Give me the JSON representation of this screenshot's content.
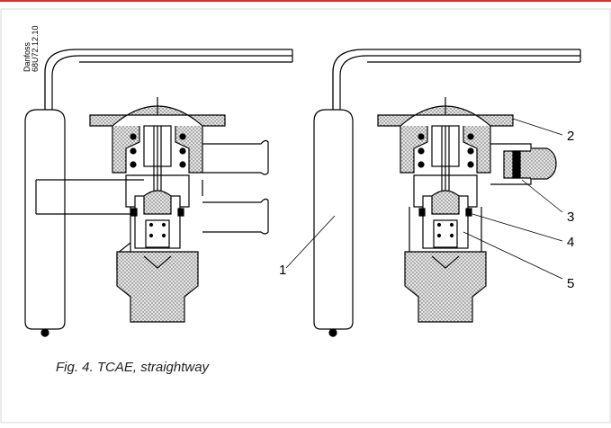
{
  "figure": {
    "caption": "Fig. 4. TCAE, straightway",
    "vertical_code_line1": "Danfoss",
    "vertical_code_line2": "68U72.12.10",
    "callouts": [
      "1",
      "2",
      "3",
      "4",
      "5"
    ],
    "colors": {
      "line": "#000000",
      "hatch_fill": "#d9d9d9",
      "header_rule": "#d9312f",
      "frame": "#d8d8d8",
      "background": "#ffffff"
    }
  }
}
